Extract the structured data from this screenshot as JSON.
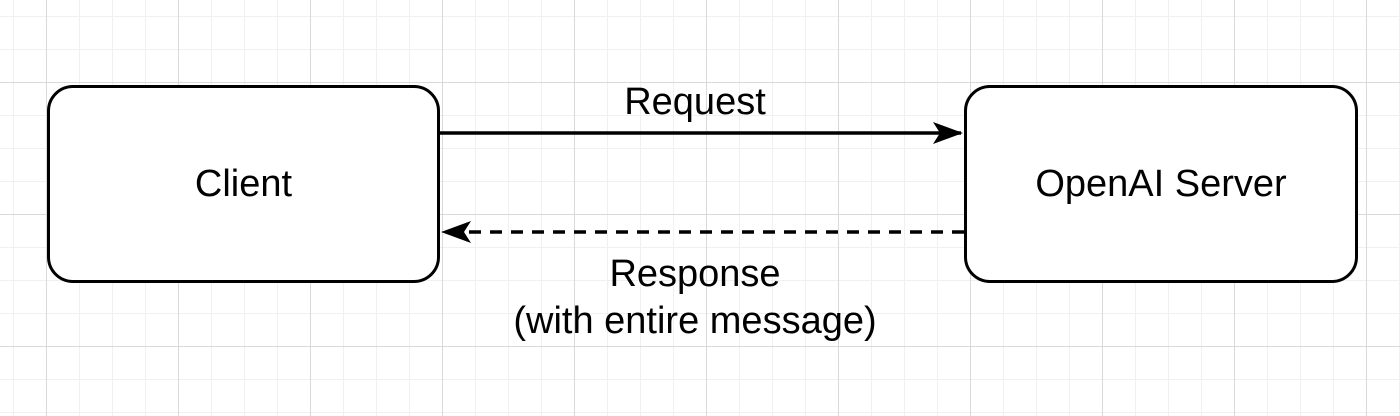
{
  "diagram": {
    "type": "flow",
    "background_grid": "on",
    "nodes": {
      "client": {
        "label": "Client",
        "shape": "rounded-rectangle"
      },
      "server": {
        "label": "OpenAI Server",
        "shape": "rounded-rectangle"
      }
    },
    "edges": {
      "request": {
        "label": "Request",
        "from": "client",
        "to": "server",
        "line_style": "solid",
        "arrowhead": "filled-triangle-right"
      },
      "response": {
        "label": "Response",
        "sublabel": "(with entire message)",
        "from": "server",
        "to": "client",
        "line_style": "dashed",
        "arrowhead": "filled-triangle-left"
      }
    },
    "colors": {
      "stroke": "#000000",
      "node_fill": "#ffffff",
      "background": "#ffffff",
      "grid_minor": "#f0f0f0",
      "grid_major": "#d9d9d9",
      "text": "#000000"
    }
  }
}
